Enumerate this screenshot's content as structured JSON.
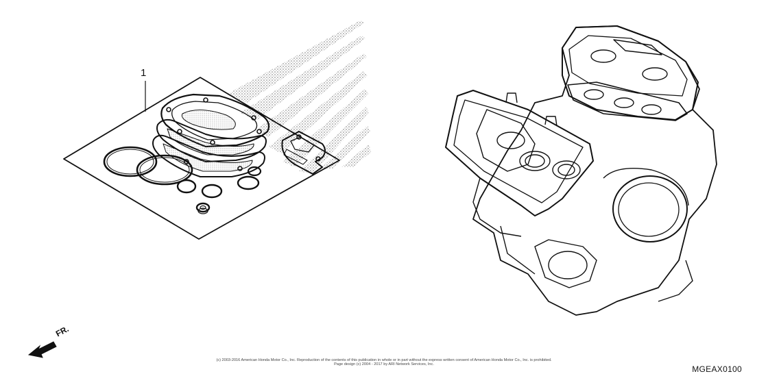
{
  "diagram": {
    "callout_number": "1",
    "direction_label": "FR.",
    "copyright_line1": "(c) 2003-2016 American Honda Motor Co., Inc. Reproduction of the contents of this publication in whole or in part without the express written consent of American Honda Motor Co., Inc. is prohibited.",
    "copyright_line2": "Page design (c) 2004 - 2017 by ARI Network Services, Inc.",
    "diagram_code": "MGEAX0100"
  }
}
